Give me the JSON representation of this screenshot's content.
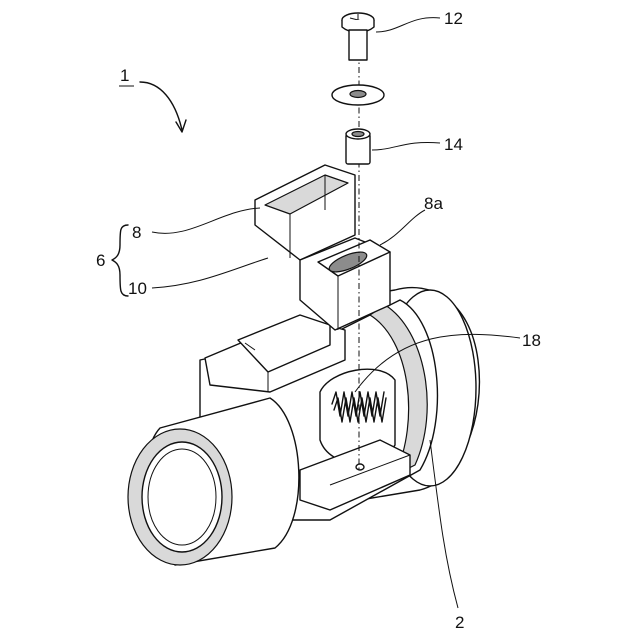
{
  "labels": {
    "assembly": "1",
    "screw": "12",
    "sleeve": "14",
    "slot": "8a",
    "upper_part": "8",
    "clamp": "6",
    "lower_part": "10",
    "spring": "18",
    "housing": "2"
  },
  "colors": {
    "line": "#111111",
    "shade": "#d9d9d9",
    "background": "#ffffff"
  }
}
